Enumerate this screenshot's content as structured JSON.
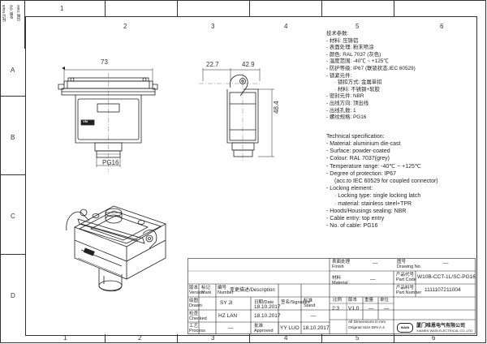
{
  "border": {
    "revision_labels": [
      "标记 Mark",
      "处数 Qty",
      "日期 Date"
    ],
    "top_zones": [
      "1",
      "2",
      "3",
      "4",
      "5",
      "6"
    ],
    "bottom_zones": [
      "1",
      "2",
      "3",
      "4",
      "5",
      "6"
    ],
    "left_zones": [
      "A",
      "B",
      "C",
      "D"
    ]
  },
  "dimensions": {
    "front_width": "73",
    "side_offset": "22.7",
    "side_depth": "42.9",
    "side_height": "48.4",
    "cable_entry": "PG16"
  },
  "spec_zh": [
    "技术参数:",
    "- 材料: 压铸铝",
    "- 表面处理: 粉末喷涂",
    "- 颜色: RAL 7037 (灰色)",
    "- 温度范围: -40℃ ~ +125℃",
    "- 防护等级: IP67 (联锁状态,IEC 60529)",
    "- 锁紧元件:",
    "· 锁扣方式: 金属单扣",
    "· 材料: 不锈钢+软胶",
    "- 密封元件: NBR",
    "- 出线方向: 顶出线",
    "- 出线孔数: 1",
    "- 螺纹规格: PG16"
  ],
  "spec_en": [
    "Technical specification:",
    "- Material: aluminium die-cast",
    "- Surface: powder-coated",
    "- Colour: RAL 7037(grey)",
    "- Temperature range: -40℃ ~ +125℃",
    "- Degree of protection: IP67",
    "(acc.to IEC 60529 for coupled connector)",
    "- Locking element:",
    "· Locking type: single locking latch",
    "· material: stainless steel+TPR",
    "- Hoods/Housings sealing: NBR",
    "- Cable entry: top entry",
    "- No. of cable: PG16"
  ],
  "product_mark": "VM",
  "title_block": {
    "finish_label": "表面处理",
    "finish_label_en": "Finish",
    "finish_value": "—",
    "drawing_no_label": "图号",
    "drawing_no_label_en": "Drawing No.",
    "drawing_no_value": "—",
    "part_code_label": "产品代号",
    "part_code_label_en": "Part Code",
    "part_code_value": "W10B-CCT-1L/SC-PG16",
    "part_number_label": "产品料号",
    "part_number_label_en": "Part Number",
    "part_number_value": "1111107211004",
    "material_label": "材料",
    "material_label_en": "Material",
    "material_value": "—",
    "scale_label": "比例",
    "scale_label_en": "Scale",
    "scale_value": "2:3",
    "rev_label": "版本",
    "rev_label_en": "REV.",
    "rev_value": "V1.0",
    "weight_label": "重量",
    "weight_label_en": "Weight",
    "weight_value": "—",
    "unit_label": "单位",
    "unit_label_en": "Unit",
    "unit_value": "—",
    "units_note": [
      "All Dimensions in mm",
      "Original Size DIN A 4"
    ],
    "history_headers": {
      "version": "版本",
      "version_en": "Version",
      "mark": "标记",
      "mark_en": "Mark",
      "number": "编号",
      "number_en": "Number",
      "change": "变更描述/Description",
      "date": "日期/Date",
      "signature": "签名/Signature",
      "standard": "标准",
      "standard_en": "Stand"
    },
    "drawn_label": "绘图",
    "drawn_label_en": "Drawn",
    "drawn_name": "SY JI",
    "drawn_date": "18.10.2017",
    "checked_label": "检查",
    "checked_label_en": "Checked",
    "checked_name": "HZ LAN",
    "checked_date": "18.10.2017",
    "process_label": "工艺",
    "process_label_en": "Process",
    "process_value": "—",
    "approved_label": "批准",
    "approved_label_en": "Approved",
    "approved_name": "YY LUO",
    "approved_date": "18.10.2017",
    "standard_value": "—",
    "company_zh": "厦门唯恩电气有限公司",
    "company_en": "XIAMEN WAIN ELECTRICAL CO.,LTD",
    "company_logo": "WAIN"
  }
}
